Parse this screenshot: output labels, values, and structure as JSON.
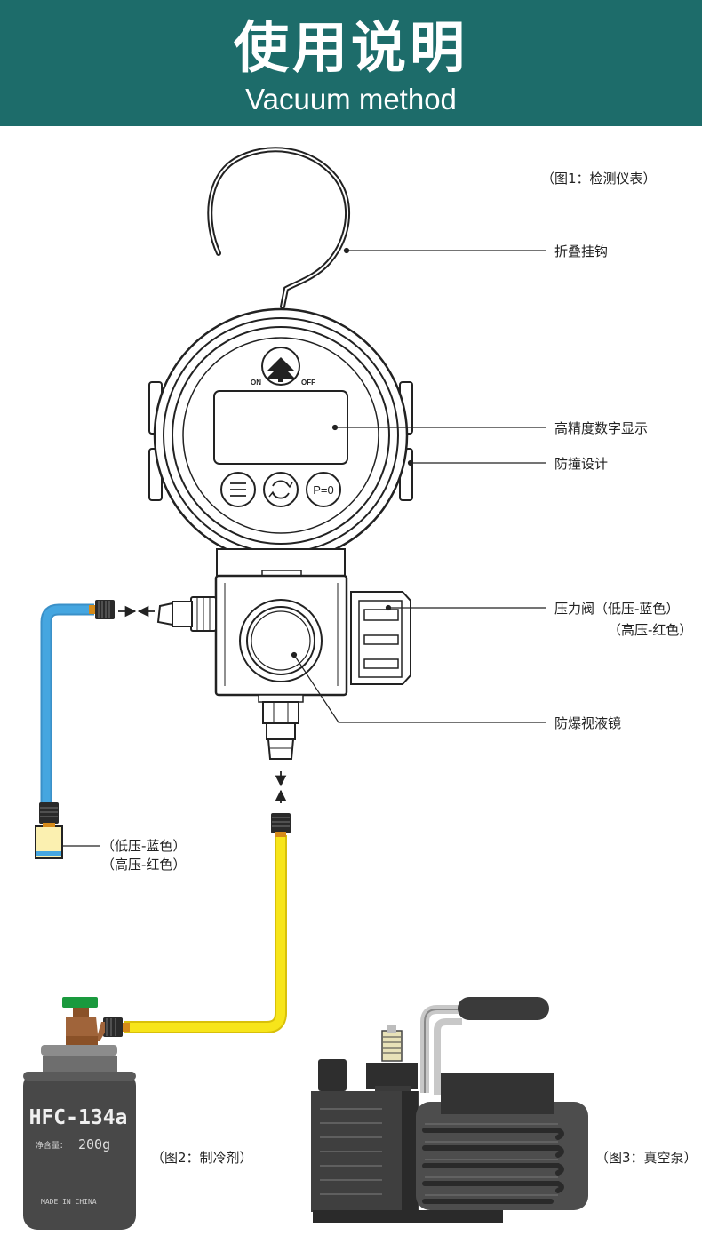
{
  "header": {
    "title": "使用说明",
    "subtitle": "Vacuum method",
    "bg_color": "#1d6c6a"
  },
  "figures": {
    "gauge_caption": "（图1：检测仪表）",
    "refrigerant_caption": "（图2：制冷剂）",
    "pump_caption": "（图3：真空泵）"
  },
  "callouts": {
    "hook": "折叠挂钩",
    "display": "高精度数字显示",
    "bumper": "防撞设计",
    "valve_line1": "压力阀（低压-蓝色）",
    "valve_line2": "（高压-红色）",
    "sight_glass": "防爆视液镜",
    "hose_line1": "（低压-蓝色）",
    "hose_line2": "（高压-红色）"
  },
  "gauge": {
    "on_label": "ON",
    "off_label": "OFF",
    "zero_button": "P=0"
  },
  "can": {
    "brand": "HFC-134a",
    "net_label": "净含量：",
    "net_value": "200g",
    "origin": "MADE IN CHINA"
  },
  "icons": [
    "menu-icon",
    "refresh-icon",
    "power-logo-icon",
    "arrow-icon"
  ],
  "colors": {
    "blue_hose": "#45a6e0",
    "yellow_hose": "#f7e51a",
    "can_body": "#484848",
    "valve_brown": "#a0643a",
    "valve_cap": "#1a9a3e",
    "pump_body": "#4d4d4d"
  }
}
